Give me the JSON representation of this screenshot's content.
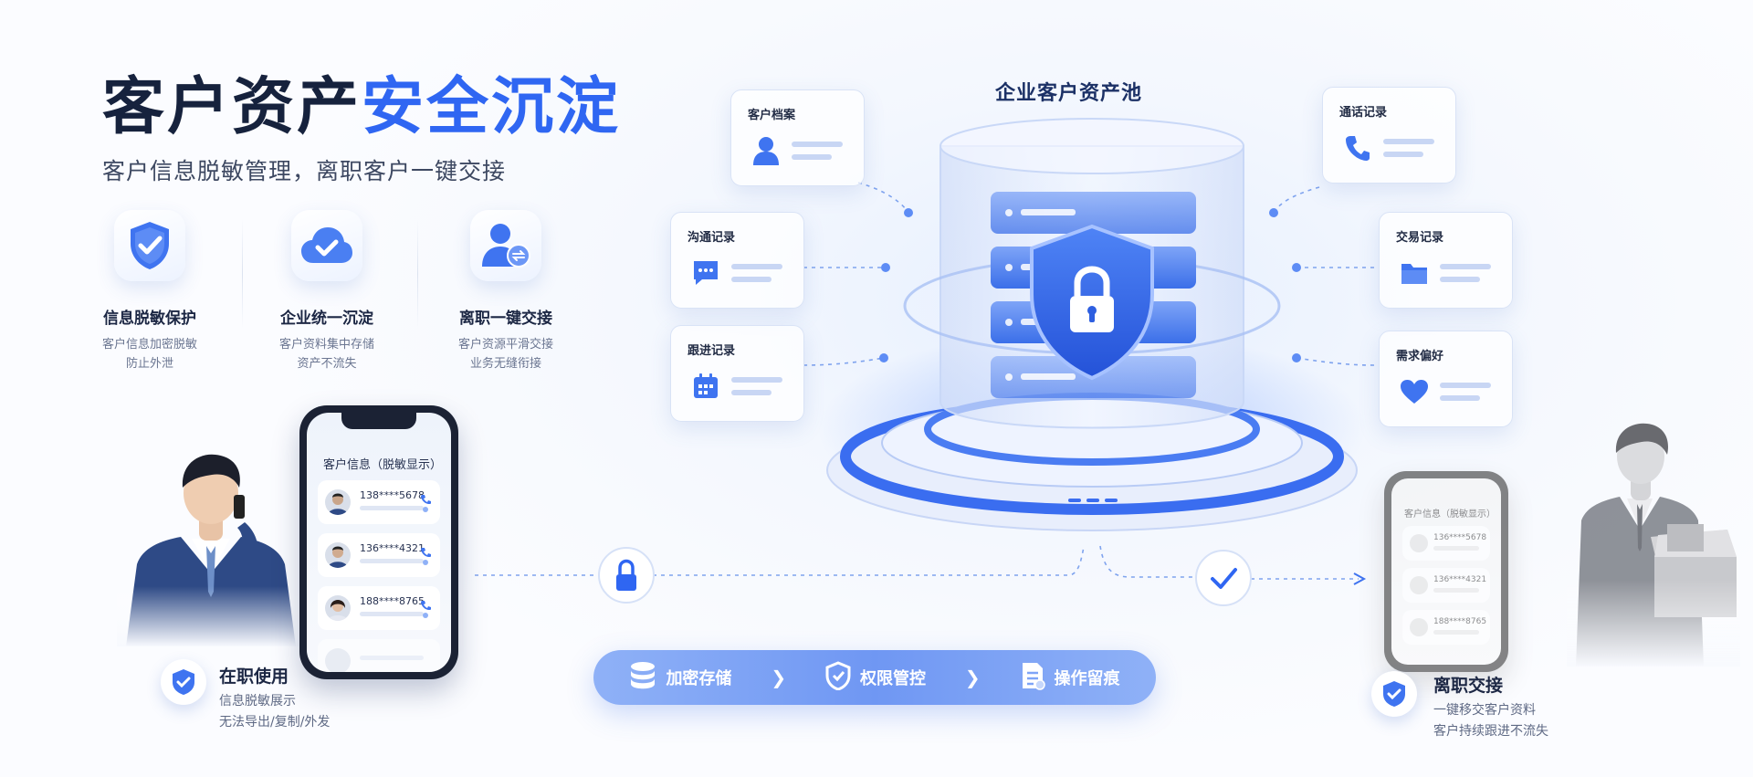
{
  "headline": {
    "part1": "客户资产",
    "part2": "安全沉淀"
  },
  "subtitle": "客户信息脱敏管理，离职客户一键交接",
  "features": [
    {
      "title": "信息脱敏保护",
      "desc1": "客户信息加密脱敏",
      "desc2": "防止外泄",
      "icon": "shield-check-icon"
    },
    {
      "title": "企业统一沉淀",
      "desc1": "客户资料集中存储",
      "desc2": "资产不流失",
      "icon": "cloud-check-icon"
    },
    {
      "title": "离职一键交接",
      "desc1": "客户资源平滑交接",
      "desc2": "业务无缝衔接",
      "icon": "user-transfer-icon"
    }
  ],
  "pool_title": "企业客户资产池",
  "cards": {
    "archive": "客户档案",
    "communication": "沟通记录",
    "followup": "跟进记录",
    "calls": "通话记录",
    "transactions": "交易记录",
    "preferences": "需求偏好"
  },
  "phone": {
    "title": "客户信息（脱敏显示）",
    "rows": [
      "138****5678",
      "136****4321",
      "188****8765"
    ]
  },
  "phone_right": {
    "title": "客户信息（脱敏显示）",
    "rows": [
      "136****5678",
      "136****4321",
      "188****8765"
    ]
  },
  "pipeline": [
    {
      "label": "加密存储",
      "icon": "database-icon"
    },
    {
      "label": "权限管控",
      "icon": "shield-check-icon"
    },
    {
      "label": "操作留痕",
      "icon": "document-icon"
    }
  ],
  "bottom_left": {
    "title": "在职使用",
    "desc1": "信息脱敏展示",
    "desc2": "无法导出/复制/外发"
  },
  "bottom_right": {
    "title": "离职交接",
    "desc1": "一键移交客户资料",
    "desc2": "客户持续跟进不流失"
  },
  "colors": {
    "brand": "#2f66f2",
    "dark": "#16223d"
  }
}
